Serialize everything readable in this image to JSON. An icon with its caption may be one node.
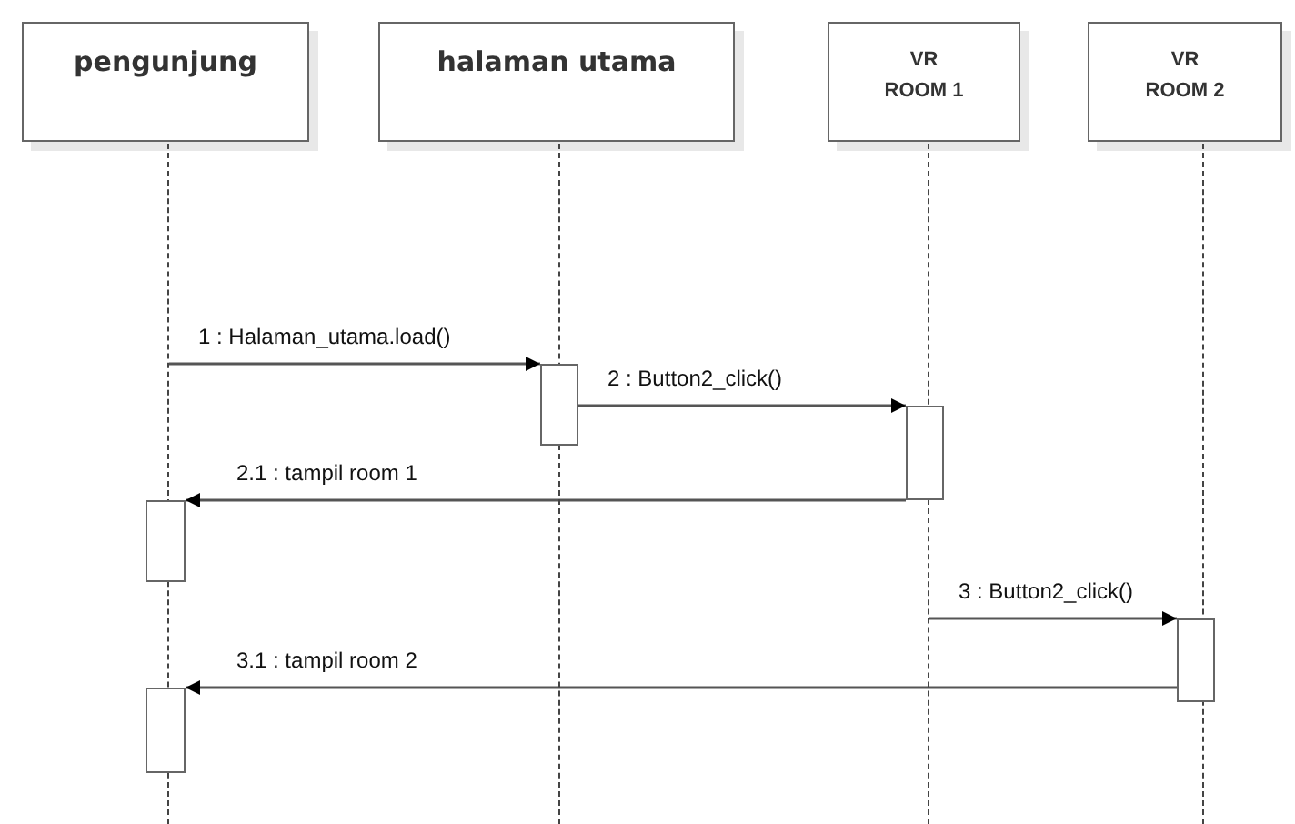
{
  "diagram": {
    "nodes": [
      {
        "text": [
          "pengunjung"
        ]
      },
      {
        "text": [
          "halaman utama"
        ]
      },
      {
        "text": [
          "VR ROOM 1"
        ]
      },
      {
        "text": [
          "VR ROOM 2"
        ]
      },
      {
        "text": [],
        "shape": "bar"
      },
      {
        "text": [],
        "shape": "bar"
      },
      {
        "text": [],
        "shape": "bar"
      },
      {
        "text": [],
        "shape": "bar"
      },
      {
        "text": [],
        "shape": "bar"
      }
    ],
    "edges": [
      {
        "from": null,
        "to": 4,
        "arrow": "to",
        "label": "1 : Halaman_utama.load()"
      },
      {
        "from": 4,
        "to": 5,
        "arrow": "to",
        "label": "2 : Button2_click()"
      },
      {
        "from": 5,
        "to": 6,
        "arrow": "to",
        "label": "2.1 : tampil room 1"
      },
      {
        "from": null,
        "to": 7,
        "arrow": "to",
        "label": "3 : Button2_click()"
      },
      {
        "from": 7,
        "to": 8,
        "arrow": "to",
        "label": "3.1 : tampil room 2"
      }
    ]
  }
}
